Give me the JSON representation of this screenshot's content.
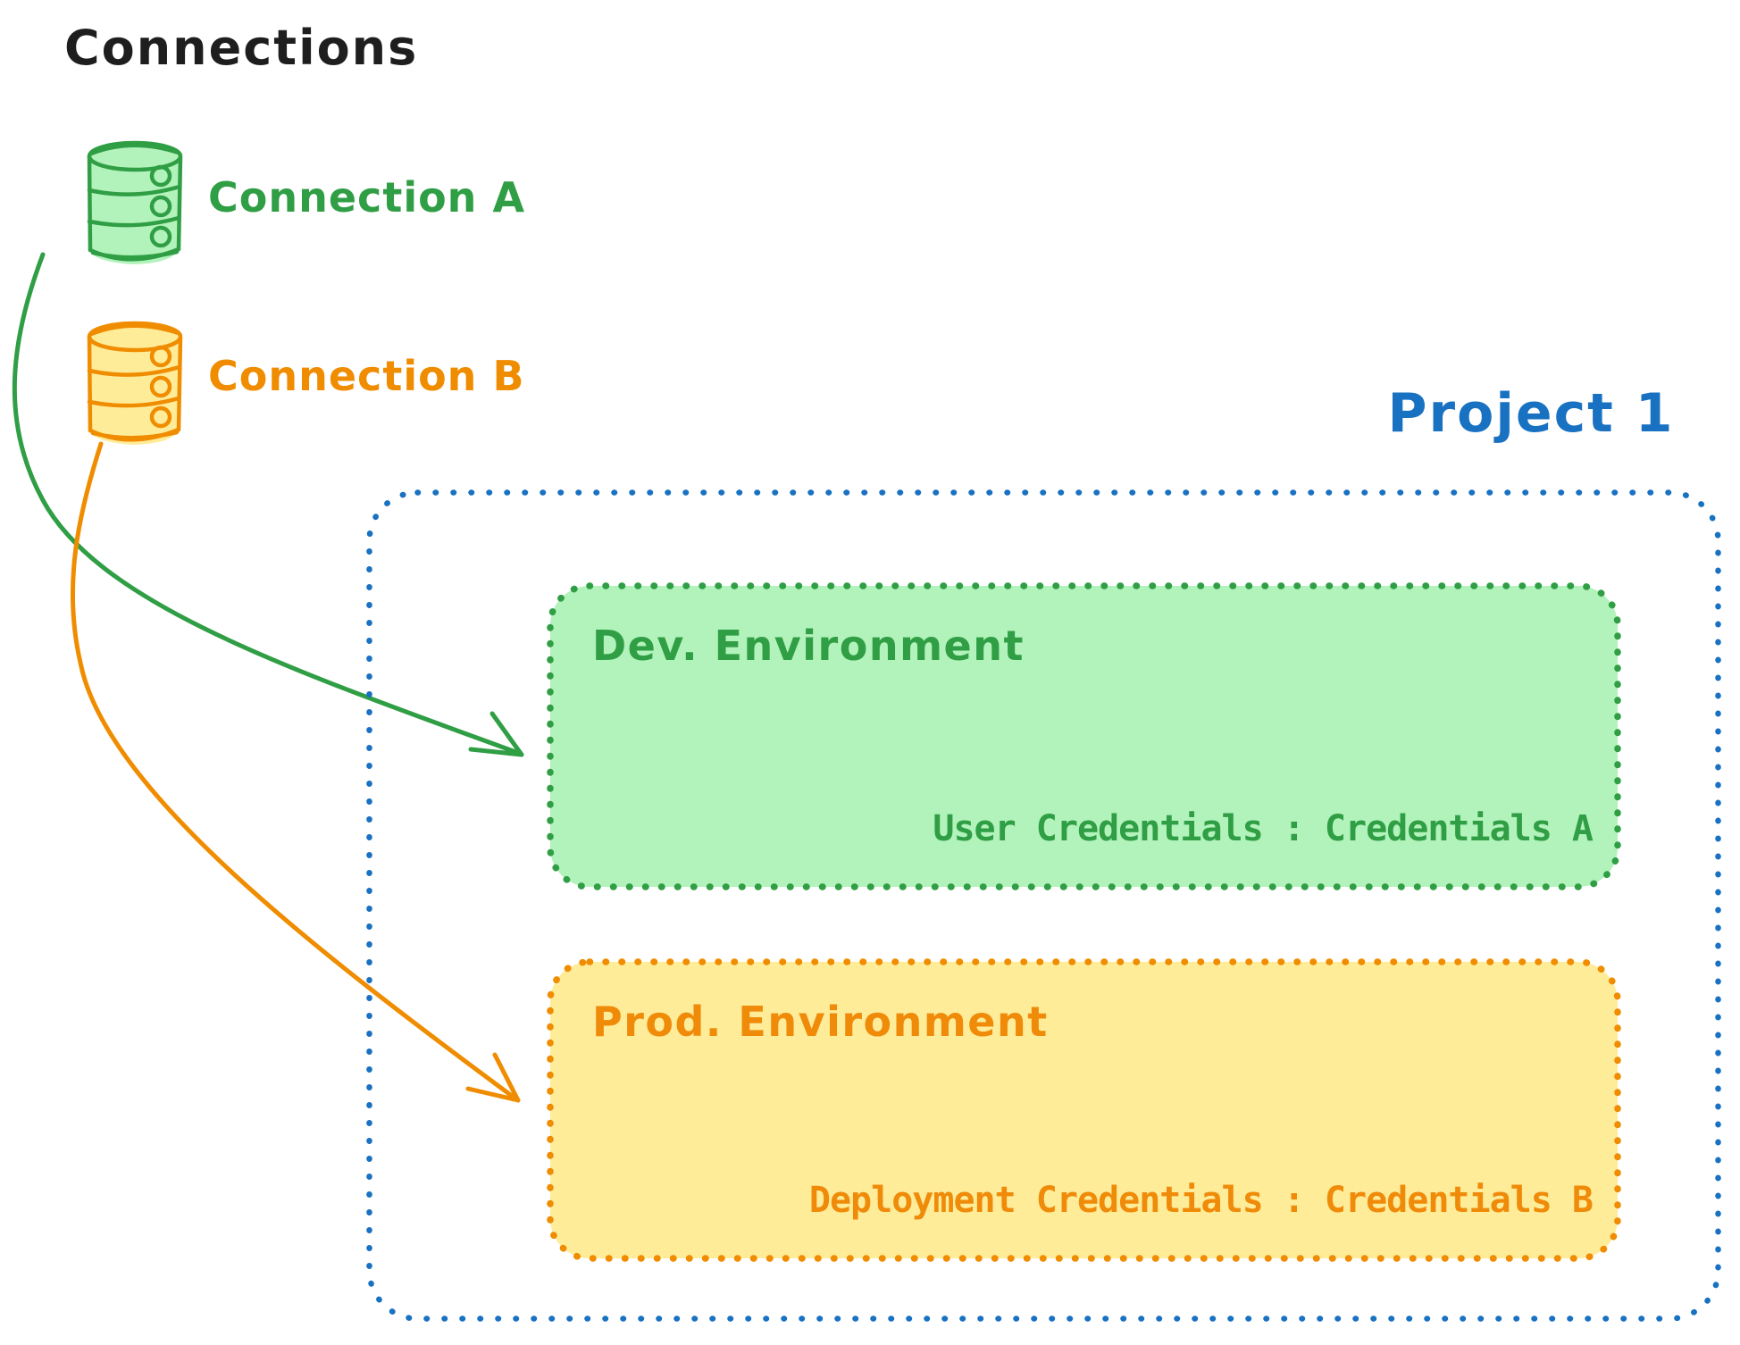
{
  "title": "Connections",
  "connections": [
    {
      "id": "a",
      "label": "Connection A",
      "icon": "database-icon",
      "stroke": "#2f9e44",
      "fill": "#b2f2bb"
    },
    {
      "id": "b",
      "label": "Connection B",
      "icon": "database-icon",
      "stroke": "#f08c00",
      "fill": "#ffec99"
    }
  ],
  "project": {
    "title": "Project 1",
    "border_color": "#1971c2",
    "environments": [
      {
        "name": "Dev. Environment",
        "credentials": "User Credentials : Credentials A",
        "stroke": "#2f9e44",
        "fill": "#b2f2bb"
      },
      {
        "name": "Prod. Environment",
        "credentials": "Deployment Credentials : Credentials B",
        "stroke": "#f08c00",
        "fill": "#ffec99"
      }
    ]
  },
  "arrows": [
    {
      "from": "Connection A",
      "to": "Dev. Environment",
      "color": "#2f9e44"
    },
    {
      "from": "Connection B",
      "to": "Prod. Environment",
      "color": "#f08c00"
    }
  ],
  "colors": {
    "text": "#1e1e1e",
    "green": "#2f9e44",
    "green_light": "#b2f2bb",
    "orange": "#f08c00",
    "orange_light": "#ffec99",
    "blue": "#1971c2"
  }
}
